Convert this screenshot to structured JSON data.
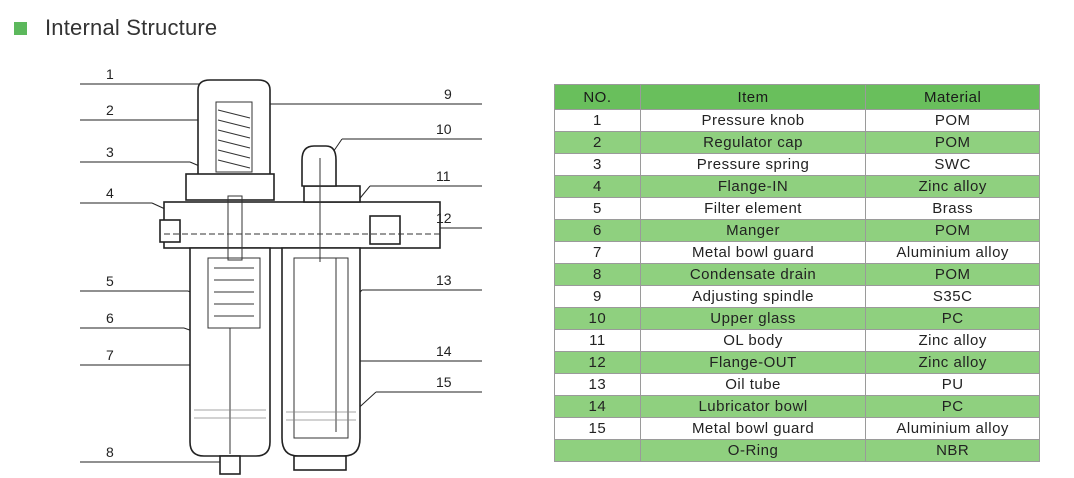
{
  "header": {
    "title": "Internal Structure",
    "accent_color": "#5cb85c"
  },
  "diagram": {
    "callouts_left": [
      "1",
      "2",
      "3",
      "4",
      "5",
      "6",
      "7",
      "8"
    ],
    "callouts_right": [
      "9",
      "10",
      "11",
      "12",
      "13",
      "14",
      "15"
    ]
  },
  "table": {
    "headers": [
      "NO.",
      "Item",
      "Material"
    ],
    "header_color": "#69bf5c",
    "alt_row_color": "#8fd07f",
    "rows": [
      {
        "no": "1",
        "item": "Pressure knob",
        "material": "POM"
      },
      {
        "no": "2",
        "item": "Regulator cap",
        "material": "POM"
      },
      {
        "no": "3",
        "item": "Pressure spring",
        "material": "SWC"
      },
      {
        "no": "4",
        "item": "Flange-IN",
        "material": "Zinc alloy"
      },
      {
        "no": "5",
        "item": "Filter element",
        "material": "Brass"
      },
      {
        "no": "6",
        "item": "Manger",
        "material": "POM"
      },
      {
        "no": "7",
        "item": "Metal bowl guard",
        "material": "Aluminium alloy"
      },
      {
        "no": "8",
        "item": "Condensate drain",
        "material": "POM"
      },
      {
        "no": "9",
        "item": "Adjusting spindle",
        "material": "S35C"
      },
      {
        "no": "10",
        "item": "Upper glass",
        "material": "PC"
      },
      {
        "no": "11",
        "item": "OL body",
        "material": "Zinc alloy"
      },
      {
        "no": "12",
        "item": "Flange-OUT",
        "material": "Zinc alloy"
      },
      {
        "no": "13",
        "item": "Oil tube",
        "material": "PU"
      },
      {
        "no": "14",
        "item": "Lubricator bowl",
        "material": "PC"
      },
      {
        "no": "15",
        "item": "Metal bowl guard",
        "material": "Aluminium alloy"
      },
      {
        "no": "",
        "item": "O-Ring",
        "material": "NBR"
      }
    ]
  }
}
